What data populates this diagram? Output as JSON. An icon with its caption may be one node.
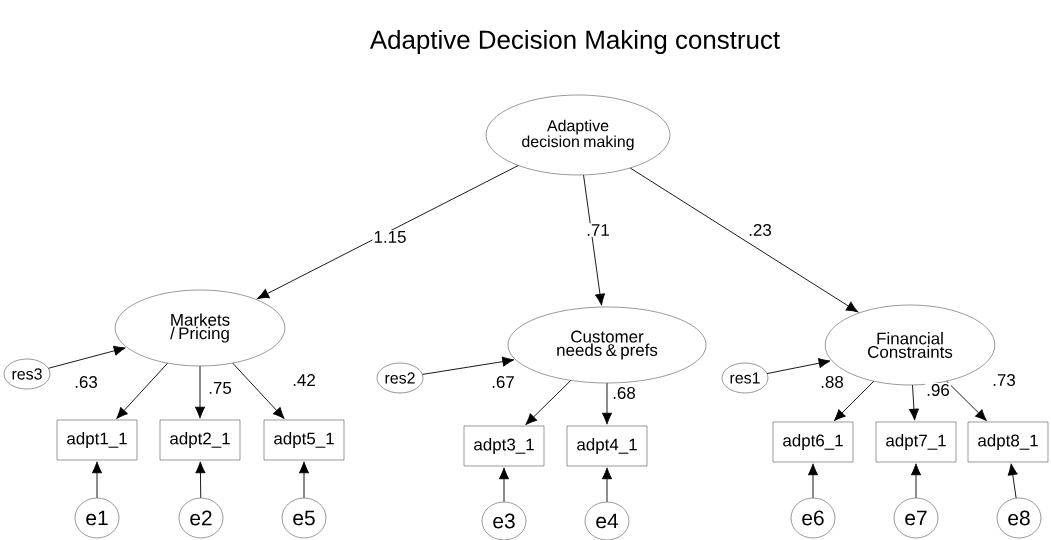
{
  "diagram": {
    "title": "Adaptive Decision Making construct",
    "nodes": [
      {
        "text": [
          "Adaptive decision making"
        ]
      },
      {
        "text": [
          "Markets / Pricing"
        ]
      },
      {
        "text": [
          "Customer needs & prefs"
        ]
      },
      {
        "text": [
          "Financial Constraints"
        ]
      },
      {
        "text": [
          "res3"
        ]
      },
      {
        "text": [
          "res2"
        ]
      },
      {
        "text": [
          "res1"
        ]
      },
      {
        "text": [
          "adpt1_1"
        ]
      },
      {
        "text": [
          "adpt2_1"
        ]
      },
      {
        "text": [
          "adpt5_1"
        ]
      },
      {
        "text": [
          "adpt3_1"
        ]
      },
      {
        "text": [
          "adpt4_1"
        ]
      },
      {
        "text": [
          "adpt6_1"
        ]
      },
      {
        "text": [
          "adpt7_1"
        ]
      },
      {
        "text": [
          "adpt8_1"
        ]
      },
      {
        "text": [
          "e1"
        ]
      },
      {
        "text": [
          "e2"
        ]
      },
      {
        "text": [
          "e5"
        ]
      },
      {
        "text": [
          "e3"
        ]
      },
      {
        "text": [
          "e4"
        ]
      },
      {
        "text": [
          "e6"
        ]
      },
      {
        "text": [
          "e7"
        ]
      },
      {
        "text": [
          "e8"
        ]
      }
    ],
    "edges": [
      {
        "from": 0,
        "to": 1,
        "arrow": "to",
        "label": "1.15"
      },
      {
        "from": 0,
        "to": 2,
        "arrow": "to",
        "label": ".71"
      },
      {
        "from": 0,
        "to": 3,
        "arrow": "to",
        "label": ".23"
      },
      {
        "from": 4,
        "to": 1,
        "arrow": "to"
      },
      {
        "from": 5,
        "to": 2,
        "arrow": "to"
      },
      {
        "from": 6,
        "to": 3,
        "arrow": "to"
      },
      {
        "from": 1,
        "to": 7,
        "arrow": "to",
        "label": ".63"
      },
      {
        "from": 1,
        "to": 8,
        "arrow": "to",
        "label": ".75"
      },
      {
        "from": 1,
        "to": 9,
        "arrow": "to",
        "label": ".42"
      },
      {
        "from": 2,
        "to": 10,
        "arrow": "to",
        "label": ".67"
      },
      {
        "from": 2,
        "to": 11,
        "arrow": "to",
        "label": ".68"
      },
      {
        "from": 3,
        "to": 12,
        "arrow": "to",
        "label": ".88"
      },
      {
        "from": 3,
        "to": 13,
        "arrow": "to",
        "label": ".96"
      },
      {
        "from": 3,
        "to": 14,
        "arrow": "to",
        "label": ".73"
      },
      {
        "from": 15,
        "to": 7,
        "arrow": "to"
      },
      {
        "from": 16,
        "to": 8,
        "arrow": "to"
      },
      {
        "from": 17,
        "to": 9,
        "arrow": "to"
      },
      {
        "from": 18,
        "to": 10,
        "arrow": "to"
      },
      {
        "from": 19,
        "to": 11,
        "arrow": "to"
      },
      {
        "from": 20,
        "to": 12,
        "arrow": "to"
      },
      {
        "from": 21,
        "to": 13,
        "arrow": "to"
      },
      {
        "from": 22,
        "to": 14,
        "arrow": "to"
      }
    ]
  }
}
